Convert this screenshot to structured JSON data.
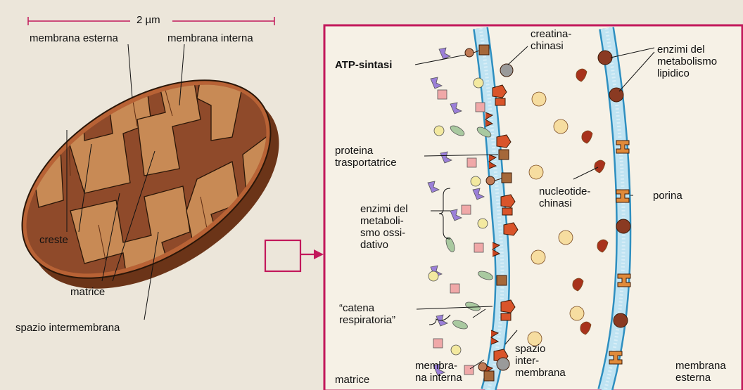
{
  "scale_bar": "2 µm",
  "left_labels": {
    "outer_membrane": "membrana esterna",
    "inner_membrane": "membrana interna",
    "cristae": "creste",
    "matrix": "matrice",
    "intermembrane_space": "spazio intermembrana"
  },
  "right_labels": {
    "atp_synthase": "ATP-sintasi",
    "creatine_kinase": "creatina-\nchinasi",
    "lipid_enzymes": "enzimi del\nmetabolismo\nlipidico",
    "transport_protein": "proteina\ntrasportatrice",
    "nucleotide_kinase": "nucleotide-\nchinasi",
    "porin": "porina",
    "oxidative_enzymes": "enzimi del\nmetaboli-\nsmo ossi-\ndativo",
    "respiratory_chain": "“catena\nrespiratoria”",
    "intermembrane": "spazio\ninter-\nmembrana",
    "inner_membrane": "membra-\nna interna",
    "matrix": "matrice",
    "outer_membrane": "membrana\nesterna"
  },
  "colors": {
    "frame": "#c2185b",
    "membrane_blue": "#7cc0df",
    "mito_outer": "#b86235",
    "mito_fill": "#8f4a2a",
    "inner_face": "#c88a55"
  }
}
